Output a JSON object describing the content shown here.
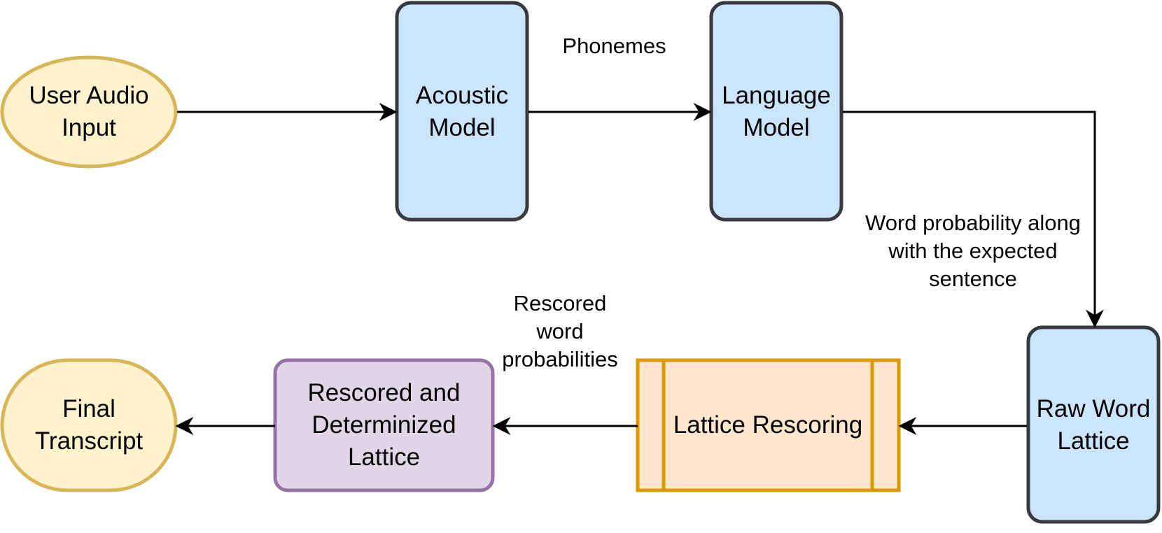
{
  "colors": {
    "input_fill": "#fff2cc",
    "input_border": "#d6b656",
    "model_fill": "#cce5ff",
    "model_border": "#36393d",
    "process_fill": "#ffe6cc",
    "process_border": "#d79b00",
    "lattice_fill": "#e1d5e7",
    "lattice_border": "#9673a6",
    "edge": "#000000"
  },
  "nodes": {
    "user_audio_input": "User Audio Input",
    "acoustic_model": "Acoustic Model",
    "language_model": "Language Model",
    "raw_word_lattice": "Raw Word Lattice",
    "lattice_rescoring": "Lattice Rescoring",
    "rescored_determinized_lattice": "Rescored and Determinized Lattice",
    "final_transcript": "Final Transcript"
  },
  "edge_labels": {
    "phonemes": "Phonemes",
    "word_probability": "Word probability along with the expected sentence",
    "rescored_word_probabilities": "Rescored word probabilities"
  }
}
